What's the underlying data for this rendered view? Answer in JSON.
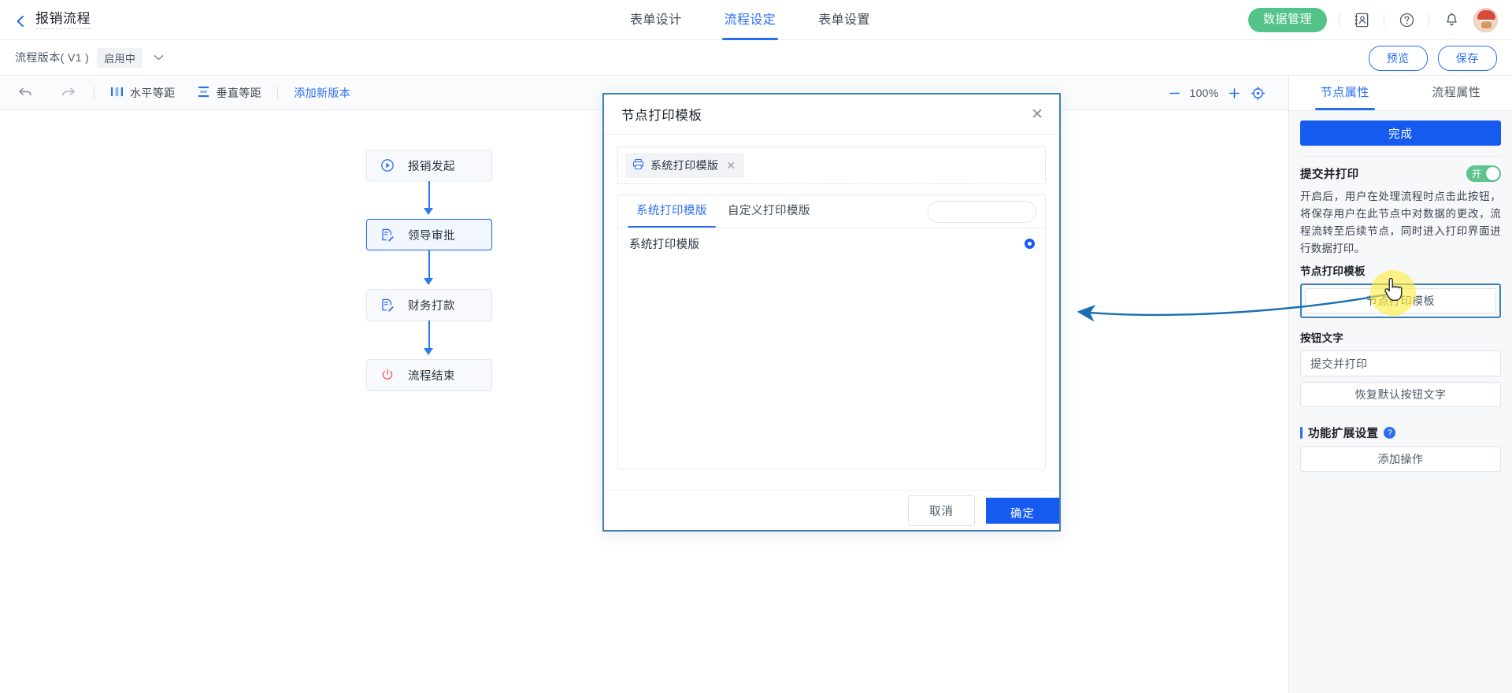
{
  "topbar": {
    "back_icon": "chevron-left-icon",
    "project_title": "报销流程",
    "tabs": [
      {
        "label": "表单设计",
        "active": false
      },
      {
        "label": "流程设定",
        "active": true
      },
      {
        "label": "表单设置",
        "active": false
      }
    ],
    "data_mgmt_label": "数据管理",
    "icons": [
      "contacts-icon",
      "help-icon",
      "bell-icon",
      "avatar"
    ],
    "accent": "#2a6ef0",
    "green": "#54c38a"
  },
  "subbar": {
    "version_text": "流程版本( V1 )",
    "version_badge": "启用中",
    "caret_icon": "chevron-down-icon",
    "preview_label": "预览",
    "save_label": "保存"
  },
  "toolbar": {
    "undo_icon": "undo-icon",
    "redo_icon": "redo-icon",
    "horizontal_label": "水平等距",
    "horizontal_icon": "horizontal-distribute-icon",
    "vertical_label": "垂直等距",
    "vertical_icon": "vertical-distribute-icon",
    "add_version_label": "添加新版本",
    "zoom_out_icon": "minus-icon",
    "zoom_value": "100%",
    "zoom_in_icon": "plus-icon",
    "fit_icon": "target-icon"
  },
  "flow": {
    "nodes": [
      {
        "label": "报销发起",
        "icon": "play-circle-icon",
        "selected": false
      },
      {
        "label": "领导审批",
        "icon": "approval-icon",
        "selected": true
      },
      {
        "label": "财务打款",
        "icon": "approval-icon",
        "selected": false
      },
      {
        "label": "流程结束",
        "icon": "power-off-icon",
        "selected": false
      }
    ],
    "edge_color": "#2a7bf0"
  },
  "right_panel": {
    "tabs": [
      {
        "label": "节点属性",
        "active": true
      },
      {
        "label": "流程属性",
        "active": false
      }
    ],
    "complete_label": "完成",
    "submit_print_title": "提交并打印",
    "switch_state": "开",
    "description": "开启后，用户在处理流程时点击此按钮，将保存用户在此节点中对数据的更改，流程流转至后续节点，同时进入打印界面进行数据打印。",
    "node_print_template_label": "节点打印模板",
    "node_print_template_button": "节点打印模板",
    "button_text_label": "按钮文字",
    "button_text_value": "提交并打印",
    "restore_default_label": "恢复默认按钮文字",
    "extension_section_title": "功能扩展设置",
    "help_icon": "question-mark-icon",
    "add_operation_label": "添加操作"
  },
  "modal": {
    "title": "节点打印模板",
    "close_icon": "close-icon",
    "tag": {
      "label": "系统打印模版",
      "icon": "printer-icon",
      "remove_icon": "close-icon"
    },
    "tabs": [
      {
        "label": "系统打印模版",
        "active": true
      },
      {
        "label": "自定义打印模版",
        "active": false
      }
    ],
    "search_placeholder": "",
    "search_value": "",
    "search_icon": "search-icon",
    "list": [
      {
        "label": "系统打印模版",
        "selected": true
      }
    ],
    "cancel_label": "取消",
    "confirm_label": "确定"
  },
  "annotation": {
    "arrow_color": "#1a6fb0",
    "cursor_icon": "pointer-cursor-icon",
    "highlight_color": "#ffee3c"
  }
}
